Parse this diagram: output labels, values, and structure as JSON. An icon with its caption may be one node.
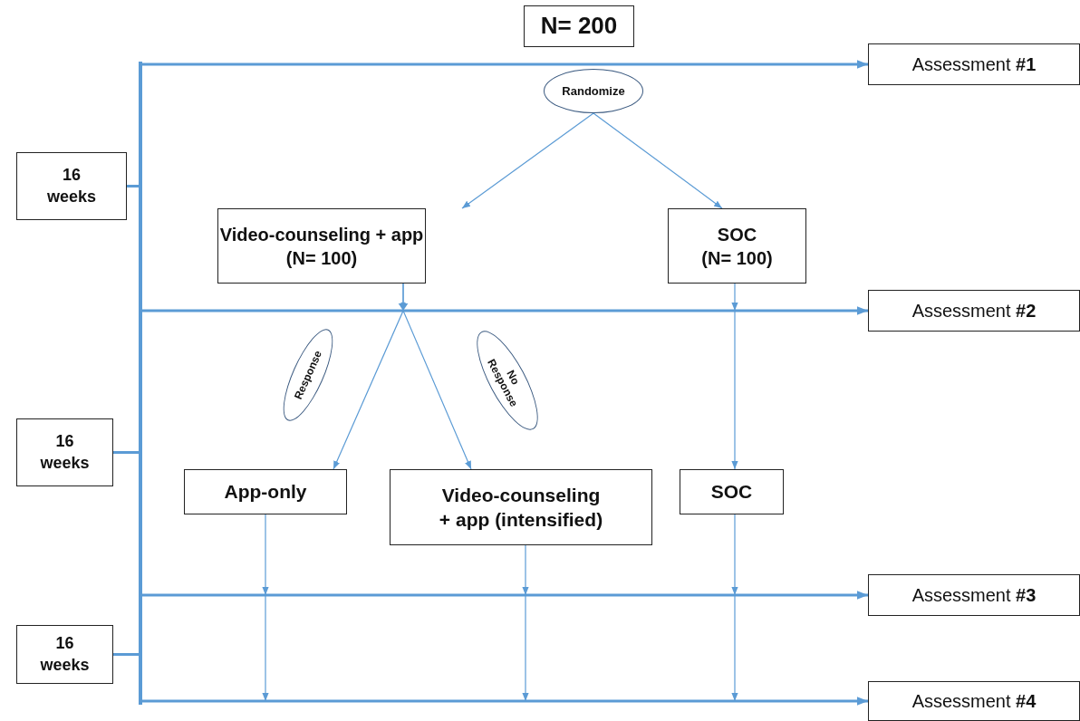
{
  "diagram": {
    "nodes": [
      {
        "text": [
          "N= 200"
        ]
      },
      {
        "text": [
          "Randomize"
        ]
      },
      {
        "text": [
          "Video-counseling + app",
          "(N= 100)"
        ]
      },
      {
        "text": [
          "SOC",
          "(N= 100)"
        ]
      },
      {
        "text": [
          "Response"
        ]
      },
      {
        "text": [
          "No Response"
        ]
      },
      {
        "text": [
          "App-only"
        ]
      },
      {
        "text": [
          "Video-counseling + app (intensified)"
        ]
      },
      {
        "text": [
          "SOC"
        ]
      },
      {
        "text": [
          "Assessment **#1**"
        ]
      },
      {
        "text": [
          "Assessment **#2**"
        ]
      },
      {
        "text": [
          "Assessment **#3**"
        ]
      },
      {
        "text": [
          "Assessment **#4**"
        ]
      },
      {
        "text": [
          "16 weeks"
        ]
      },
      {
        "text": [
          "16 weeks"
        ]
      },
      {
        "text": [
          "16 weeks"
        ]
      },
      {
        "text": [],
        "shape": "bar"
      },
      {
        "text": [],
        "shape": "bar"
      },
      {
        "text": [],
        "shape": "bar"
      }
    ],
    "edges": [
      {
        "from": 16,
        "to": 9,
        "arrow": "to",
        "style": "thick"
      },
      {
        "from": 16,
        "to": 10,
        "arrow": "to",
        "style": "thick"
      },
      {
        "from": 18,
        "to": 11,
        "arrow": "to",
        "style": "thick"
      },
      {
        "from": 18,
        "to": 12,
        "arrow": "to",
        "style": "thick"
      },
      {
        "from": 1,
        "to": 2,
        "arrow": "to"
      },
      {
        "from": 1,
        "to": 3,
        "arrow": "to"
      },
      {
        "from": 2,
        "to": 6,
        "arrow": "to"
      },
      {
        "from": 2,
        "to": 7,
        "arrow": "to"
      },
      {
        "from": 3,
        "to": 8,
        "arrow": "to"
      },
      {
        "from": 6,
        "to": null,
        "arrow": "to"
      },
      {
        "from": 7,
        "to": null,
        "arrow": "to"
      },
      {
        "from": 8,
        "to": null,
        "arrow": "to"
      },
      {
        "from": 13,
        "to": 16,
        "arrow": "none",
        "style": "thick"
      },
      {
        "from": 14,
        "to": 17,
        "arrow": "none",
        "style": "thick"
      },
      {
        "from": 15,
        "to": 18,
        "arrow": "none",
        "style": "thick"
      }
    ]
  }
}
